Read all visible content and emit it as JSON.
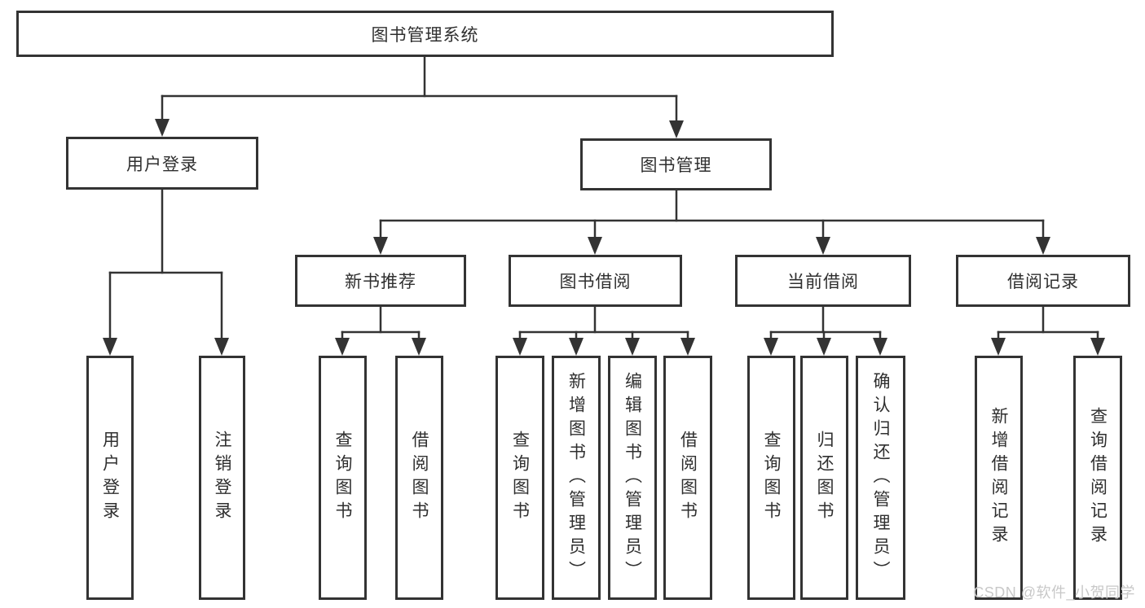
{
  "colors": {
    "line": "#333333",
    "text": "#2f2f2f",
    "background": "#ffffff",
    "watermark": "#c8c8c8"
  },
  "watermark": "CSDN @软件_小贺同学",
  "tree": {
    "label": "图书管理系统",
    "children": [
      {
        "label": "用户登录",
        "children": [
          {
            "label": "用户登录"
          },
          {
            "label": "注销登录"
          }
        ]
      },
      {
        "label": "图书管理",
        "children": [
          {
            "label": "新书推荐",
            "children": [
              {
                "label": "查询图书"
              },
              {
                "label": "借阅图书"
              }
            ]
          },
          {
            "label": "图书借阅",
            "children": [
              {
                "label": "查询图书"
              },
              {
                "label": "新增图书（管理员）"
              },
              {
                "label": "编辑图书（管理员）"
              },
              {
                "label": "借阅图书"
              }
            ]
          },
          {
            "label": "当前借阅",
            "children": [
              {
                "label": "查询图书"
              },
              {
                "label": "归还图书"
              },
              {
                "label": "确认归还（管理员）"
              }
            ]
          },
          {
            "label": "借阅记录",
            "children": [
              {
                "label": "新增借阅记录"
              },
              {
                "label": "查询借阅记录"
              }
            ]
          }
        ]
      }
    ]
  }
}
